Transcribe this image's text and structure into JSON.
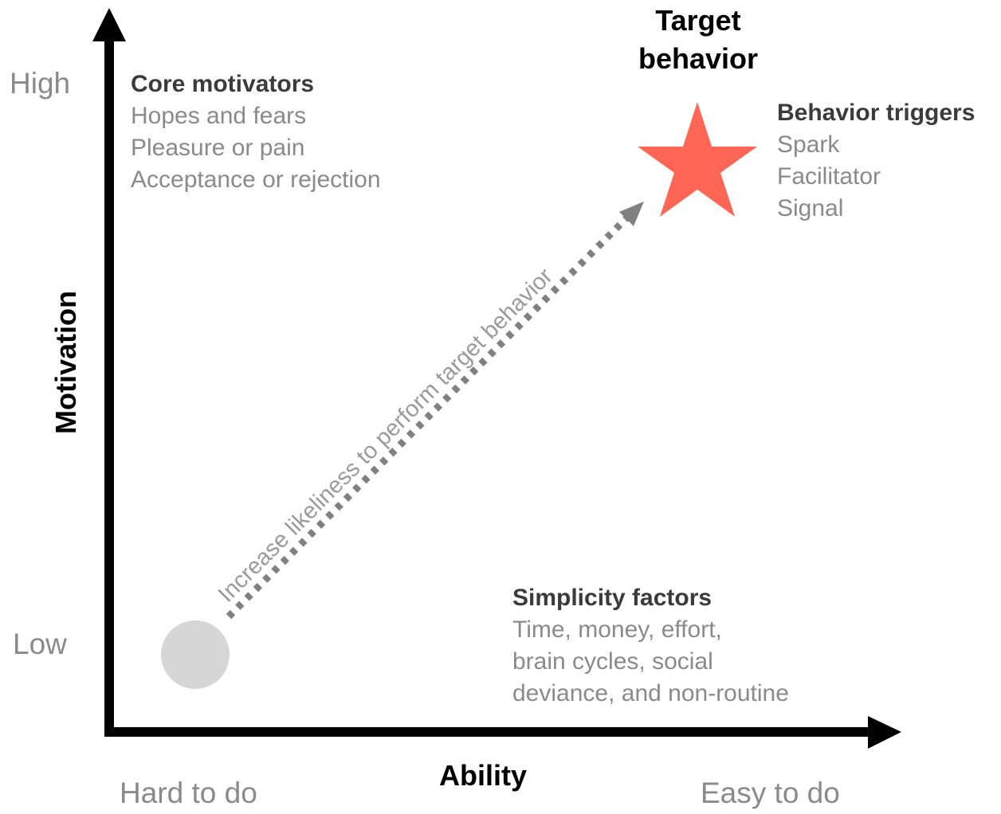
{
  "diagram": {
    "title": "Fogg Behavior Model",
    "y_axis": {
      "title": "Motivation",
      "high_label": "High",
      "low_label": "Low"
    },
    "x_axis": {
      "title": "Ability",
      "low_label": "Hard to do",
      "high_label": "Easy to do"
    },
    "target": {
      "title_line1": "Target",
      "title_line2": "behavior",
      "color": "#ff6655"
    },
    "start_point": {
      "color": "#d6d6d6"
    },
    "path": {
      "label": "Increase likeliness to perform target behavior",
      "color": "#808080"
    },
    "core_motivators": {
      "title": "Core motivators",
      "items": [
        "Hopes and fears",
        "Pleasure or pain",
        "Acceptance or rejection"
      ]
    },
    "behavior_triggers": {
      "title": "Behavior triggers",
      "items": [
        "Spark",
        "Facilitator",
        "Signal"
      ]
    },
    "simplicity_factors": {
      "title": "Simplicity factors",
      "lines": [
        "Time, money, effort,",
        "brain cycles, social",
        "deviance, and non-routine"
      ]
    }
  }
}
